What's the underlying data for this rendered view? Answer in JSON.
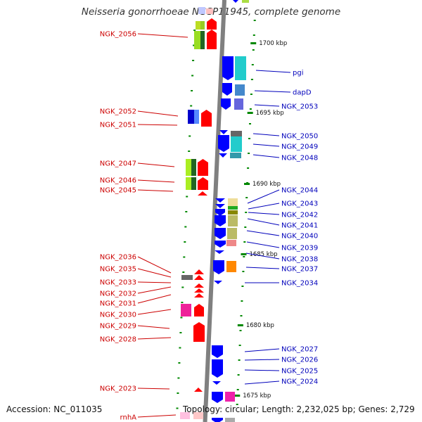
{
  "title": "Neisseria gonorrhoeae NCCP11945, complete genome",
  "footer": {
    "accession": "Accession: NC_011035",
    "topology": "Topology: circular; Length: 2,232,025 bp; Genes: 2,729"
  },
  "colors": {
    "backbone": "#808080",
    "left_label": "#cc0000",
    "right_label": "#0000bb",
    "tick": "#008800",
    "forward": "#ff0000",
    "reverse": "#0000ff"
  },
  "kbp_markers": [
    "1700 kbp",
    "1695 kbp",
    "1690 kbp",
    "1685 kbp",
    "1680 kbp",
    "1675 kbp"
  ],
  "left_genes": [
    "NGK_2056",
    "NGK_2052",
    "NGK_2051",
    "NGK_2047",
    "NGK_2046",
    "NGK_2045",
    "NGK_2036",
    "NGK_2035",
    "NGK_2033",
    "NGK_2032",
    "NGK_2031",
    "NGK_2030",
    "NGK_2029",
    "NGK_2028",
    "NGK_2023",
    "rnhA"
  ],
  "right_genes": [
    "pgi",
    "dapD",
    "NGK_2053",
    "NGK_2050",
    "NGK_2049",
    "NGK_2048",
    "NGK_2044",
    "NGK_2043",
    "NGK_2042",
    "NGK_2041",
    "NGK_2040",
    "NGK_2039",
    "NGK_2038",
    "NGK_2037",
    "NGK_2034",
    "NGK_2027",
    "NGK_2026",
    "NGK_2025",
    "NGK_2024"
  ]
}
